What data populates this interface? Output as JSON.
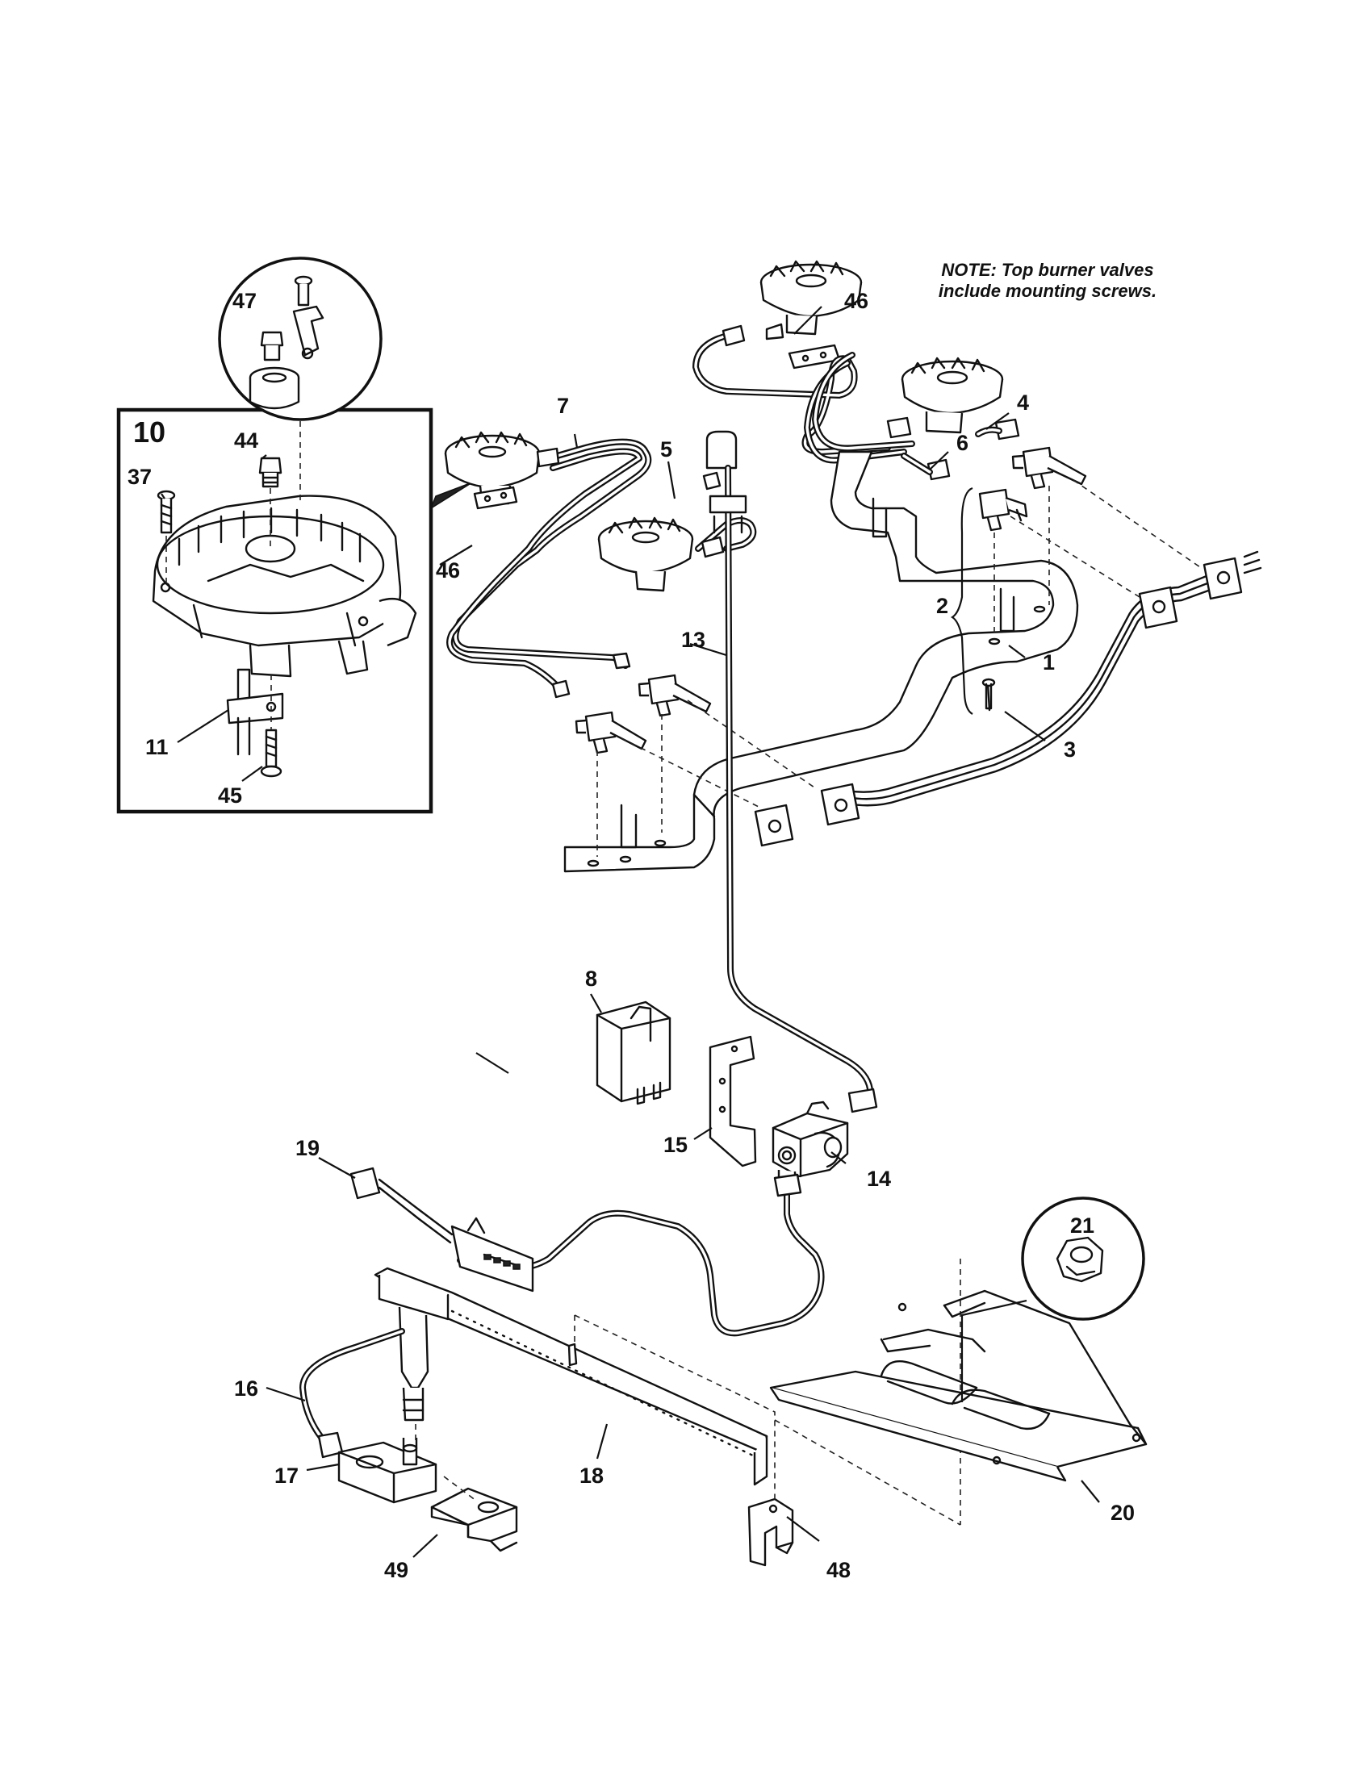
{
  "note": {
    "line1": "NOTE: Top burner valves",
    "line2": "include mounting screws."
  },
  "callouts": {
    "c1": "1",
    "c2": "2",
    "c3": "3",
    "c4": "4",
    "c5": "5",
    "c6": "6",
    "c7": "7",
    "c8": "8",
    "c10": "10",
    "c11": "11",
    "c13": "13",
    "c14": "14",
    "c15": "15",
    "c16": "16",
    "c17": "17",
    "c18": "18",
    "c19": "19",
    "c20": "20",
    "c21": "21",
    "c37": "37",
    "c44": "44",
    "c45": "45",
    "c46a": "46",
    "c46b": "46",
    "c47": "47",
    "c48": "48",
    "c49": "49"
  }
}
